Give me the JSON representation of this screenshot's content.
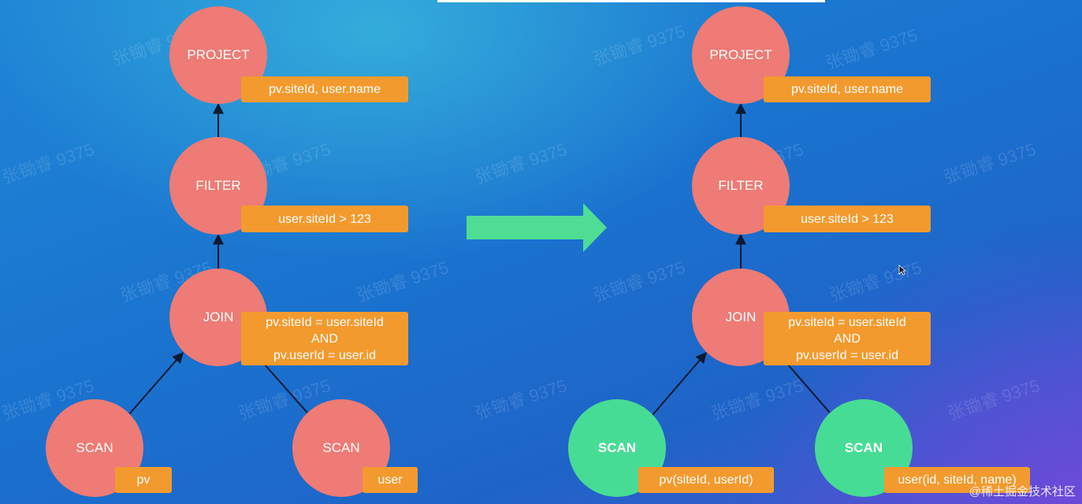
{
  "watermark": "张锄睿 9375",
  "left": {
    "project": {
      "title": "PROJECT",
      "label": "pv.siteId, user.name"
    },
    "filter": {
      "title": "FILTER",
      "label": "user.siteId > 123"
    },
    "join": {
      "title": "JOIN",
      "label_lines": [
        "pv.siteId = user.siteId",
        "AND",
        "pv.userId = user.id"
      ]
    },
    "scan_pv": {
      "title": "SCAN",
      "label": "pv"
    },
    "scan_user": {
      "title": "SCAN",
      "label": "user"
    }
  },
  "right": {
    "project": {
      "title": "PROJECT",
      "label": "pv.siteId, user.name"
    },
    "filter": {
      "title": "FILTER",
      "label": "user.siteId > 123"
    },
    "join": {
      "title": "JOIN",
      "label_lines": [
        "pv.siteId = user.siteId",
        "AND",
        "pv.userId = user.id"
      ]
    },
    "scan_pv": {
      "title": "SCAN",
      "label": "pv(siteId, userId)"
    },
    "scan_user": {
      "title": "SCAN",
      "label": "user(id, siteId, name)"
    }
  },
  "colors": {
    "node_red": "#ee7b75",
    "node_green": "#47dc96",
    "label_orange": "#f39a2e",
    "arrow_green": "#4fdc95"
  },
  "footer_credit": "@稀土掘金技术社区"
}
